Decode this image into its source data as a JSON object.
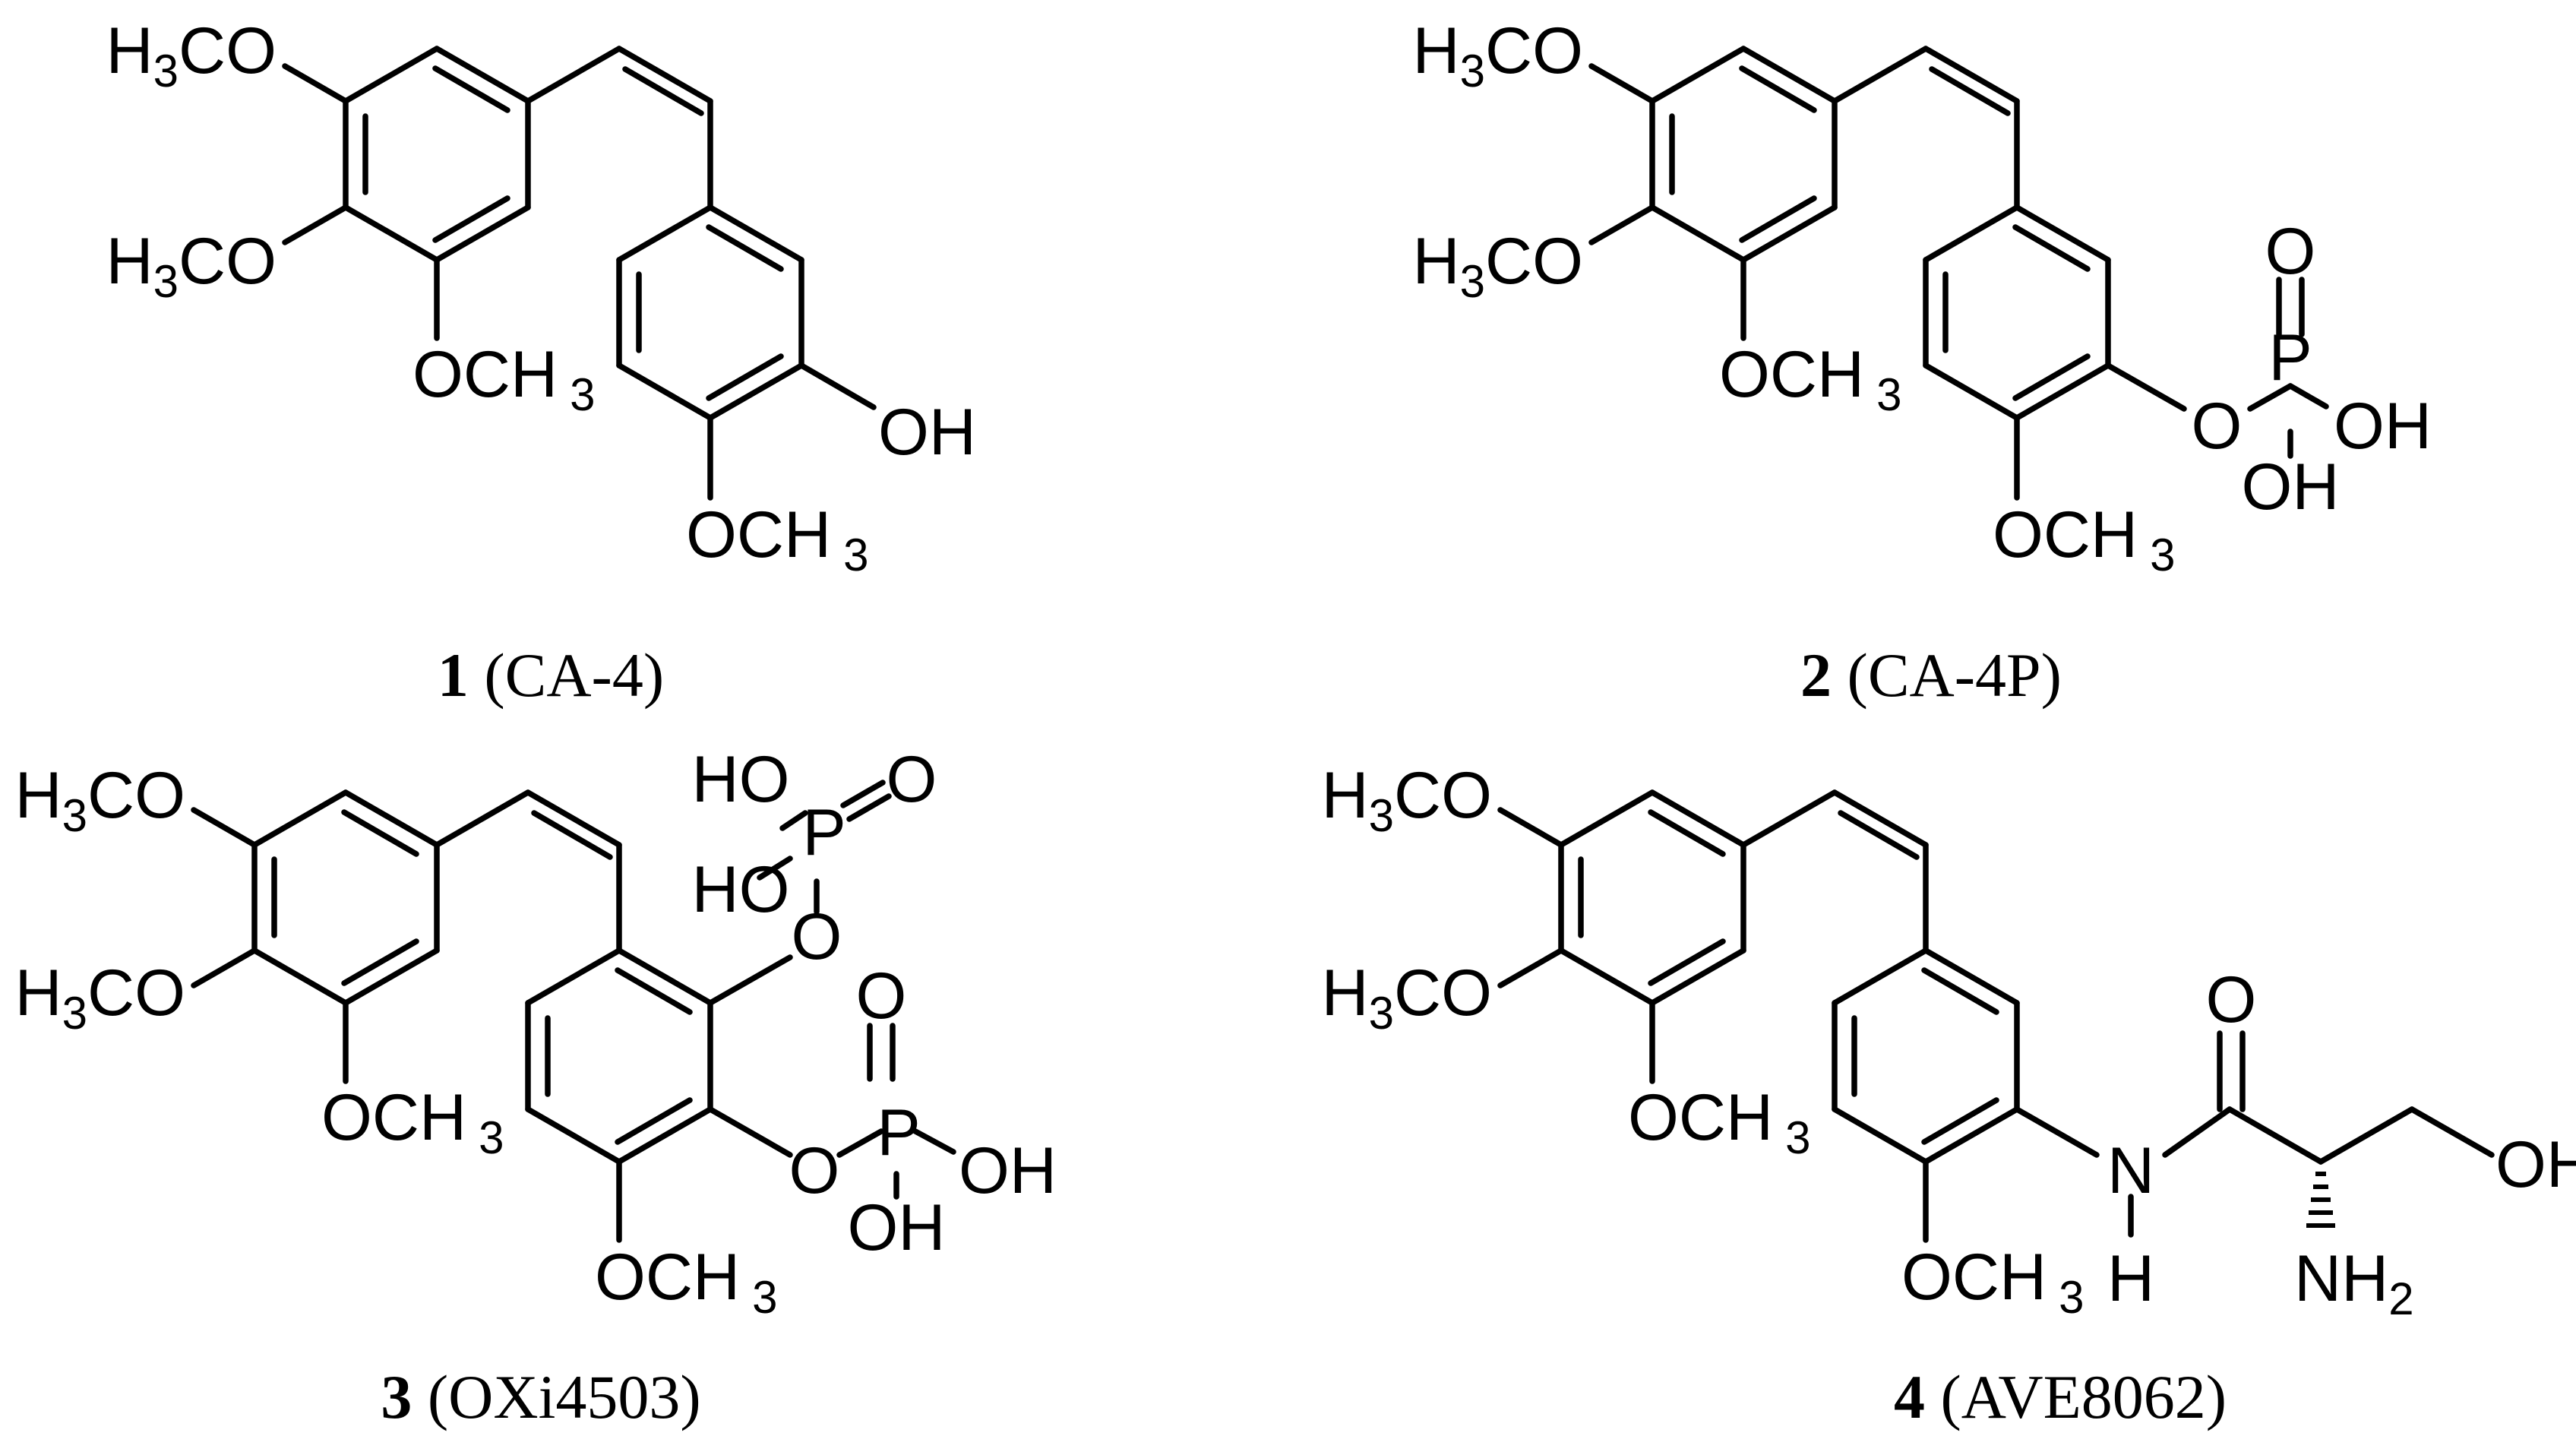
{
  "compounds": [
    {
      "number": "1",
      "name": "(CA-4)",
      "labels": {
        "m1": "H3CO",
        "m2": "H3CO",
        "m3": "OCH 3",
        "oh": "OH",
        "m4": "OCH 3"
      }
    },
    {
      "number": "2",
      "name": "(CA-4P)",
      "labels": {
        "m1": "H3CO",
        "m2": "H3CO",
        "m3": "OCH 3",
        "m4": "OCH 3",
        "o_link": "O",
        "p": "P",
        "o_dbl": "O",
        "oh1": "OH",
        "oh2": "OH"
      }
    },
    {
      "number": "3",
      "name": "(OXi4503)",
      "labels": {
        "m1": "H3CO",
        "m2": "H3CO",
        "m3": "OCH 3",
        "m4": "OCH 3",
        "ho1": "HO",
        "ho2": "HO",
        "p1": "P",
        "o_dbl1": "O",
        "o_link1": "O",
        "p2": "P",
        "o_dbl2": "O",
        "o_link2": "O",
        "oh1": "OH",
        "oh2": "OH"
      }
    },
    {
      "number": "4",
      "name": "(AVE8062)",
      "labels": {
        "m1": "H3CO",
        "m2": "H3CO",
        "m3": "OCH 3",
        "m4": "OCH 3",
        "n": "N",
        "nh_h": "H",
        "o_amide": "O",
        "oh": "OH",
        "nh2": "NH2"
      }
    }
  ]
}
